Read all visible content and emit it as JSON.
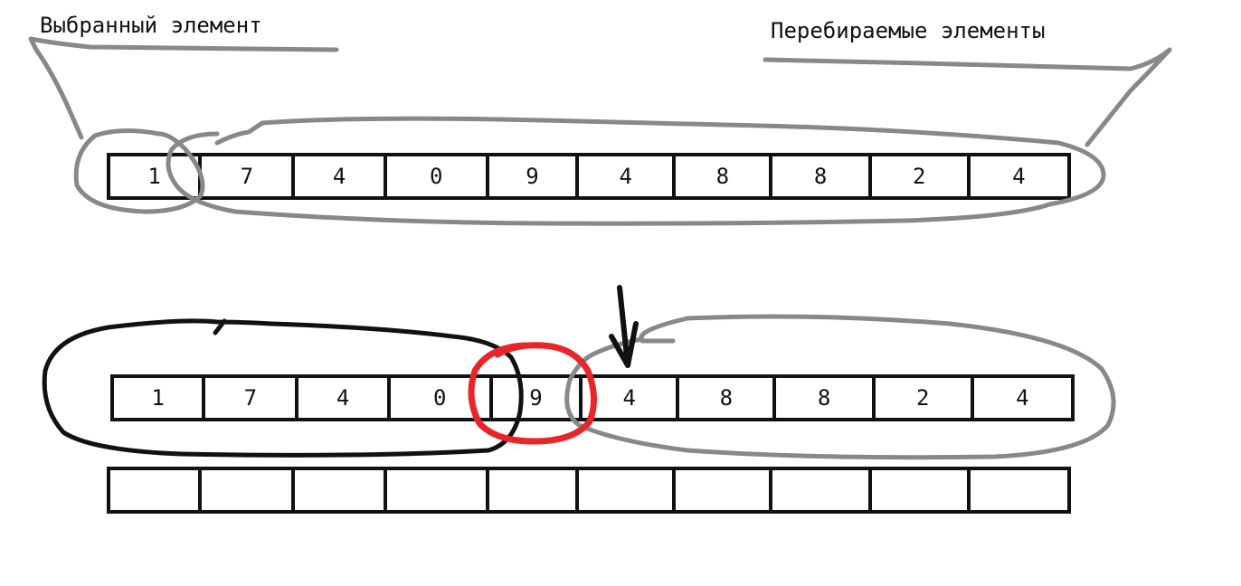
{
  "labels": {
    "selected": "Выбранный элемент",
    "iterated": "Перебираемые элементы"
  },
  "arrays": {
    "top": [
      "1",
      "7",
      "4",
      "0",
      "9",
      "4",
      "8",
      "8",
      "2",
      "4"
    ],
    "bottom": [
      "1",
      "7",
      "4",
      "0",
      "9",
      "4",
      "8",
      "8",
      "2",
      "4"
    ],
    "empty": [
      "",
      "",
      "",
      "",
      "",
      "",
      "",
      "",
      "",
      ""
    ]
  },
  "colors": {
    "outline": "#111111",
    "gray_stroke": "#888888",
    "black_stroke": "#111111",
    "red_stroke": "#e8252a"
  }
}
